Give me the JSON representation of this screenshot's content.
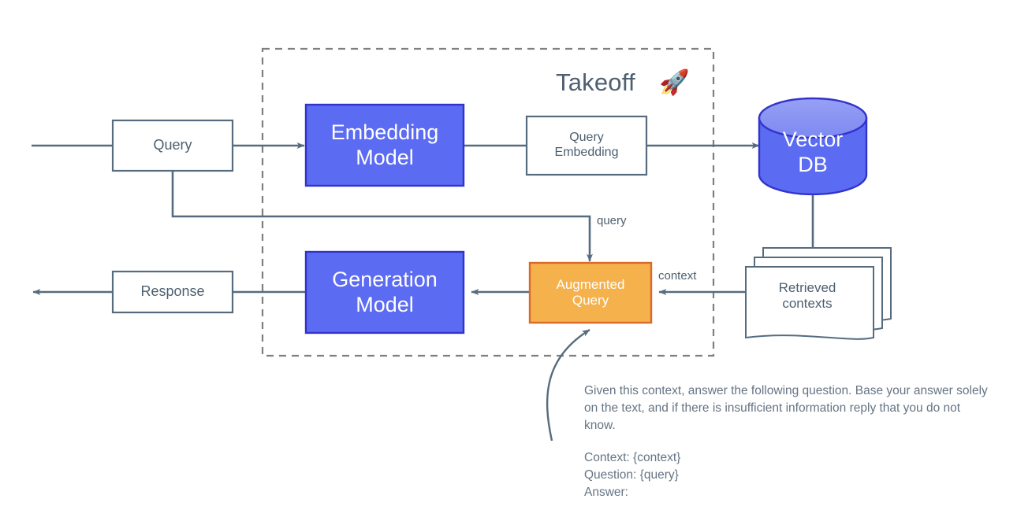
{
  "diagram": {
    "title": "Takeoff",
    "title_icon": "rocket-icon",
    "title_emoji": "🚀",
    "colors": {
      "stroke": "#566c7e",
      "dashed_boundary": "#7f7f7f",
      "blue_fill": "#5b6bf2",
      "blue_stroke": "#3333cc",
      "cylinder_top_fill": "#8b96f2",
      "orange_fill": "#f5b14b",
      "orange_stroke": "#d96a2b",
      "white_fill": "#ffffff",
      "text_dark": "#4d5f70",
      "text_white": "#ffffff",
      "text_body": "#667484"
    },
    "nodes": {
      "query": {
        "label": "Query",
        "shape": "rectangle",
        "fill": "white"
      },
      "embedding_model": {
        "label": "Embedding\nModel",
        "shape": "rectangle",
        "fill": "blue"
      },
      "query_embedding": {
        "label": "Query\nEmbedding",
        "shape": "rectangle",
        "fill": "white"
      },
      "vector_db": {
        "label": "Vector\nDB",
        "shape": "cylinder",
        "fill": "blue"
      },
      "retrieved_contexts": {
        "label": "Retrieved\ncontexts",
        "shape": "stacked-document",
        "fill": "white"
      },
      "augmented_query": {
        "label": "Augmented\nQuery",
        "shape": "rectangle",
        "fill": "orange"
      },
      "generation_model": {
        "label": "Generation\nModel",
        "shape": "rectangle",
        "fill": "blue"
      },
      "response": {
        "label": "Response",
        "shape": "rectangle",
        "fill": "white"
      }
    },
    "edge_labels": {
      "query_branch": "query",
      "context": "context"
    },
    "prompt_template": {
      "paragraph": "Given this context, answer the following question. Base your answer solely on the text, and if there is insufficient information reply that you do not know.",
      "context_line": "Context: {context}",
      "question_line": "Question: {query}",
      "answer_line": "Answer:"
    }
  }
}
